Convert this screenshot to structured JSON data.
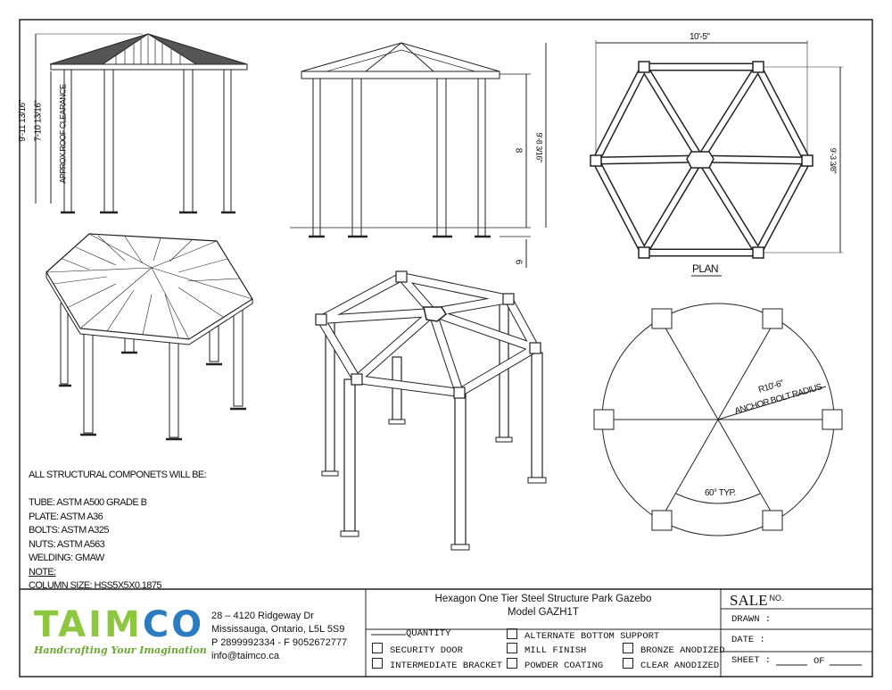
{
  "elevation": {
    "overall_height": "9'-11 13/16\"",
    "roof_clearance": "7-10 13/16\"",
    "clearance_label": "APPROX.ROOF CLEARANCE"
  },
  "side_elevation": {
    "column_height": "8",
    "overall_height": "9'-8 3/16\"",
    "footing": "6"
  },
  "plan": {
    "width": "10'-5\"",
    "depth": "9'-3 3/8\"",
    "label": "PLAN"
  },
  "anchor_plan": {
    "radius": "R10'-6\"",
    "radius_label": "ANCHOR BOLT RADIUS",
    "angle": "60° TYP."
  },
  "notes": {
    "heading": "ALL STRUCTURAL COMPONETS WILL BE:",
    "items": [
      "TUBE: ASTM A500 GRADE B",
      "PLATE:  ASTM A36",
      "BOLTS: ASTM A325",
      "NUTS: ASTM A563",
      "WELDING: GMAW"
    ],
    "note_label": "NOTE:",
    "column_size": "COLUMN SIZE: HSS5X5X0.1875"
  },
  "company": {
    "logo_part1": "TAIM",
    "logo_part2": "CO",
    "tagline": "Handcrafting Your Imagination",
    "address1": "28 – 4120 Ridgeway Dr",
    "address2": "Mississauga, Ontario, L5L 5S9",
    "phone": "P 2899992334 - F 9052672777",
    "email": "info@taimco.ca",
    "colors": {
      "green": "#8dc63f",
      "blue": "#2b7bc0"
    }
  },
  "title_block": {
    "title": "Hexagon One Tier Steel Structure Park Gazebo",
    "model": "Model GAZH1T",
    "quantity": "QUANTITY",
    "options": {
      "security_door": "SECURITY DOOR",
      "intermediate_bracket": "INTERMEDIATE BRACKET",
      "alternate_bottom_support": "ALTERNATE BOTTOM SUPPORT",
      "mill_finish": "MILL FINISH",
      "powder_coating": "POWDER COATING",
      "bronze_anodized": "BRONZE ANODIZED",
      "clear_anodized": "CLEAR ANODIZED"
    },
    "sale": "SALE",
    "sale_no": "NO.",
    "drawn": "DRAWN :",
    "date": "DATE :",
    "sheet": "SHEET :",
    "of": "OF"
  }
}
